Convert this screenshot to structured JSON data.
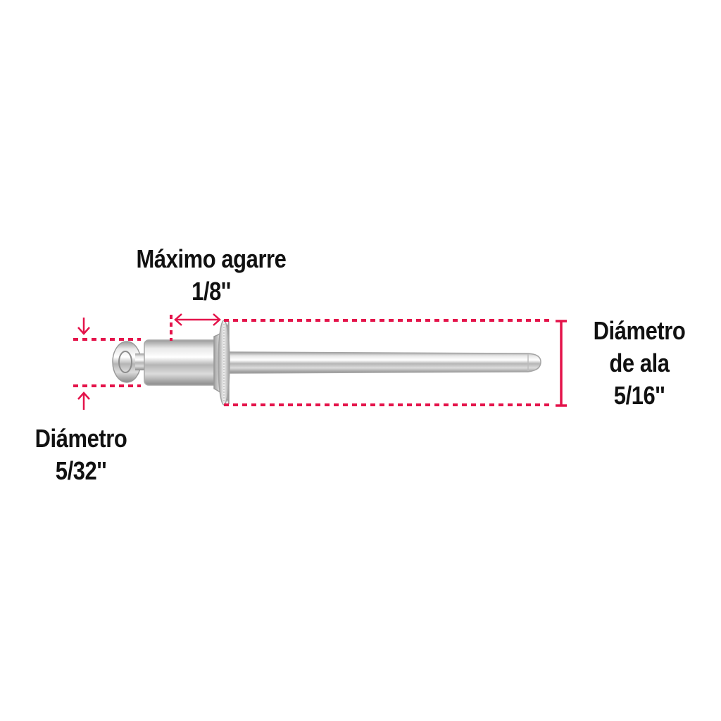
{
  "accent_color": "#e4134a",
  "labels": {
    "grip": {
      "line1": "Máximo agarre",
      "line2": "1/8''"
    },
    "flange": {
      "line1": "Diámetro",
      "line2": "de ala",
      "line3": "5/16''"
    },
    "body": {
      "line1": "Diámetro",
      "line2": "5/32''"
    }
  }
}
